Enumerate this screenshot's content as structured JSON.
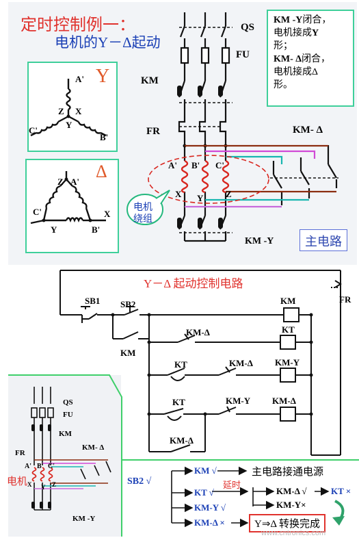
{
  "top": {
    "title_line1": "定时控制例一：",
    "title_line2": "电机的Y－Δ起动",
    "y_box": {
      "label_big": "Y",
      "A": "A'",
      "B": "B'",
      "C": "C'",
      "X": "X",
      "Y": "Y",
      "Z": "Z"
    },
    "delta_box": {
      "label_big": "Δ",
      "A": "A'",
      "B": "B'",
      "C": "C'",
      "X": "X",
      "Y": "Y",
      "Z": "Z"
    },
    "labels": {
      "QS": "QS",
      "FU": "FU",
      "KM": "KM",
      "FR": "FR",
      "KM_delta": "KM- Δ",
      "KM_Y": "KM -Y",
      "A": "A'",
      "B": "B'",
      "C": "C'",
      "X": "X",
      "Y": "Y",
      "Z": "Z",
      "winding_line1": "电机",
      "winding_line2": "绕组"
    },
    "note_line1a": "KM -Y",
    "note_line1b": "闭合，",
    "note_line2a": "电机接成",
    "note_line2b": "Y",
    "note_line3": "形；",
    "note_line4a": "KM- Δ",
    "note_line4b": "闭合，",
    "note_line5": "电机接成Δ",
    "note_line6": "形。",
    "main_circuit_label": "主电路"
  },
  "control": {
    "title": "Y－Δ  起动控制电路",
    "SB1": "SB1",
    "SB2": "SB2",
    "KM_contact": "KM",
    "FR": "FR",
    "rows": [
      {
        "contact": "",
        "coil": "KM"
      },
      {
        "contact": "KM-Δ",
        "coil": "KT"
      },
      {
        "contact_a": "KT",
        "contact_b": "KM-Δ",
        "coil": "KM-Y"
      },
      {
        "contact_a": "KT",
        "contact_b": "KM-Y",
        "coil": "KM-Δ"
      }
    ],
    "bottom_km_delta": "KM-Δ"
  },
  "mini": {
    "QS": "QS",
    "FU": "FU",
    "KM": "KM",
    "FR": "FR",
    "KM_delta": "KM- Δ",
    "A": "A'",
    "B": "B'",
    "C": "C'",
    "X": "X",
    "Y": "Y",
    "Z": "Z",
    "motor": "电机",
    "KM_Y": "KM -Y"
  },
  "flow": {
    "SB2": "SB2 √",
    "km": "KM √",
    "km_result": "主电路接通电源",
    "kt": "KT √",
    "delay": "延时",
    "kmd1": "KM-Δ √",
    "kt_x": "KT ×",
    "kmy_x": "KM-Y×",
    "kmy": "KM-Y √",
    "kmd_x": "KM-Δ ×",
    "result": "Y⇒Δ  转换完成"
  },
  "watermark": "www.cntronics.com"
}
